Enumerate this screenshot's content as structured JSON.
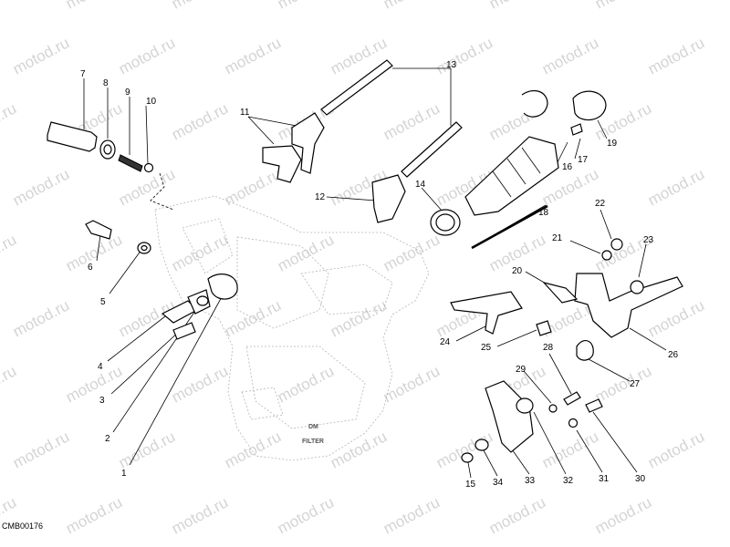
{
  "drawing_code": "CMB00176",
  "watermark": "motod.ru",
  "engine_labels": {
    "mark": "DM",
    "filter": "FILTER"
  },
  "callouts": [
    "1",
    "2",
    "3",
    "4",
    "5",
    "6",
    "7",
    "8",
    "9",
    "10",
    "11",
    "12",
    "13",
    "14",
    "15",
    "16",
    "17",
    "18",
    "19",
    "20",
    "21",
    "22",
    "23",
    "24",
    "25",
    "26",
    "27",
    "28",
    "29",
    "30",
    "31",
    "32",
    "33",
    "34"
  ]
}
